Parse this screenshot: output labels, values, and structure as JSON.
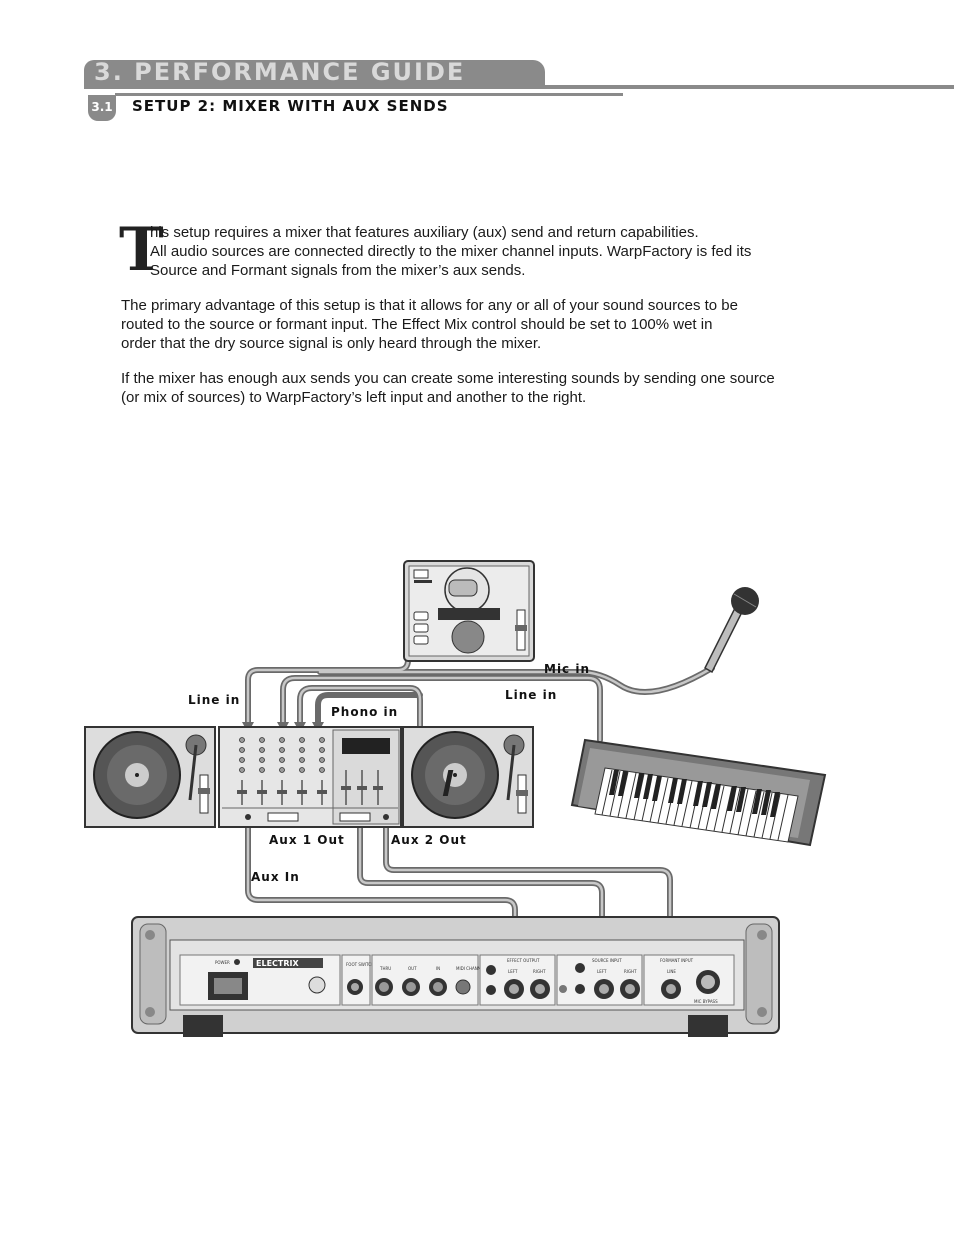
{
  "header": {
    "chapter_title": "3. PERFORMANCE GUIDE",
    "section_number": "3.1",
    "section_title": "SETUP 2: MIXER WITH AUX SENDS"
  },
  "body": {
    "dropcap": "T",
    "paragraph1_lines": [
      "his setup requires a mixer that features auxiliary (aux) send and return capabilities.",
      "All audio sources are connected directly to the mixer channel inputs. WarpFactory is fed its",
      "Source and Formant signals from the mixer’s aux sends."
    ],
    "paragraph2_lines": [
      "The primary advantage of this setup is that it allows for any or all of your sound sources to be",
      "routed to the source or formant input. The Effect Mix control  should be set to 100% wet in",
      "order that the dry source signal is only heard through the mixer."
    ],
    "paragraph3_lines": [
      "If the mixer has enough aux sends you can create some interesting sounds by sending one source",
      "(or mix of sources) to WarpFactory’s left input and another to the right."
    ]
  },
  "diagram": {
    "labels": {
      "mic_in": "Mic in",
      "line_in_left": "Line in",
      "line_in_right": "Line in",
      "phono_in": "Phono in",
      "aux1_out": "Aux 1 Out",
      "aux2_out": "Aux 2 Out",
      "aux_in": "Aux In"
    },
    "rack_brand": "ELECTRIX",
    "rack_panel_labels": {
      "foot_switch": "FOOT SWITCH",
      "thru": "THRU",
      "out": "OUT",
      "in": "IN",
      "midi_channel": "MIDI CHANNEL",
      "effect_output": "EFFECT OUTPUT",
      "source_input": "SOURCE INPUT",
      "formant_input": "FORMANT INPUT",
      "left": "LEFT",
      "right": "RIGHT",
      "line": "LINE",
      "mic_bypass": "MIC BYPASS",
      "power": "POWER"
    }
  }
}
